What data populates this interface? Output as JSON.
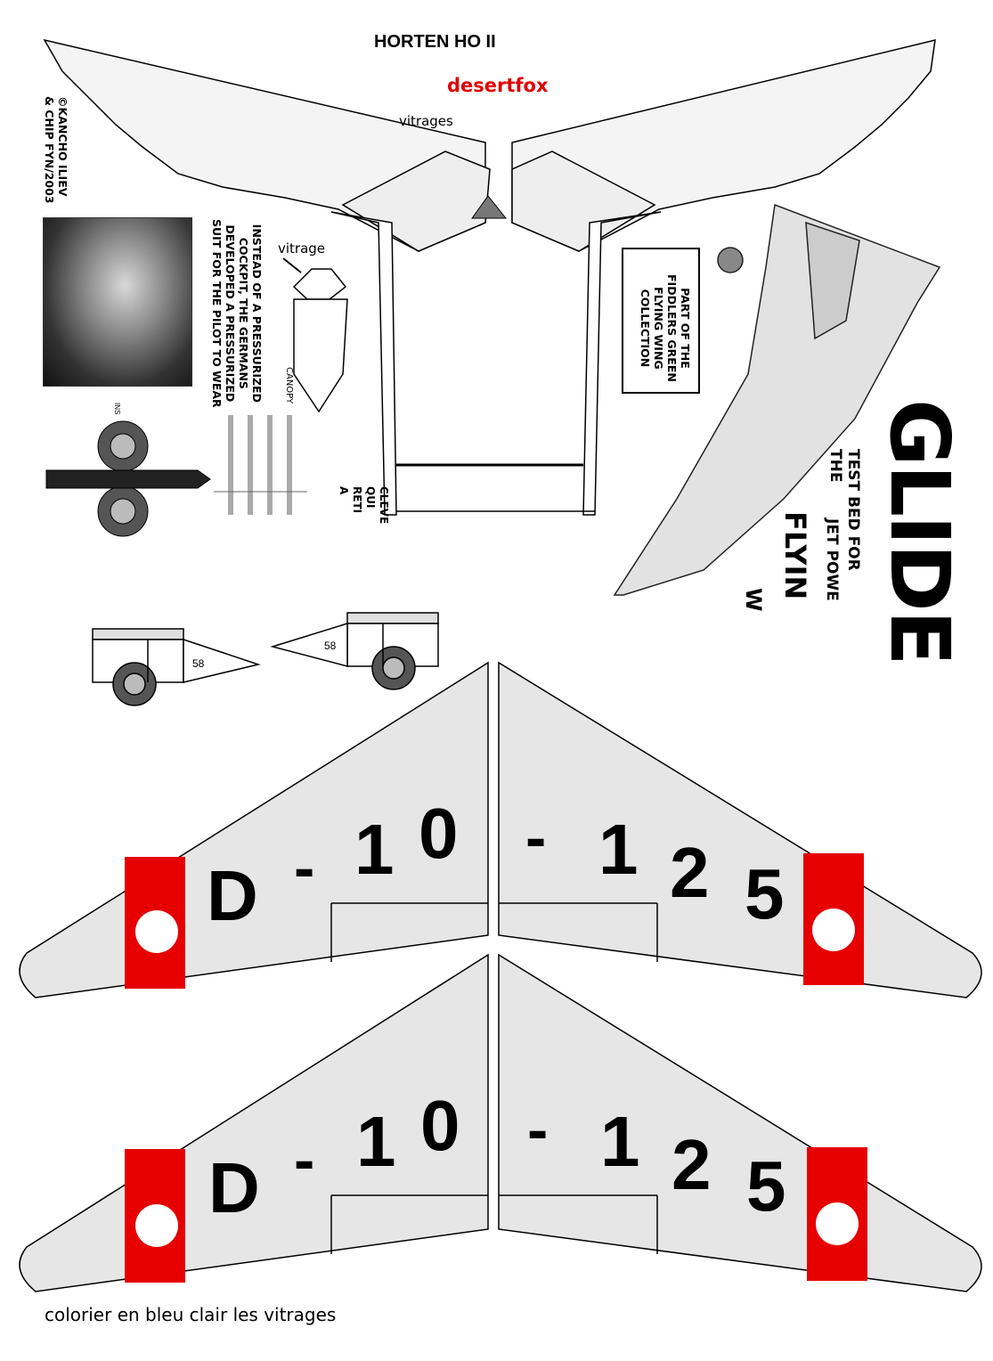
{
  "header": {
    "title": "HORTEN HO II",
    "author": "desertfox"
  },
  "labels": {
    "vitrages": "vitrages",
    "vitrage": "vitrage",
    "canopy": "CANOPY",
    "copyright": "©KANCHO ILIEV\n& CHIP FYN/2003",
    "pressurized_note": "INSTEAD OF A PRESSURIZED\nCOCKPIT, THE GERMANS\nDEVELOPED A PRESSURIZED\nSUIT FOR THE PILOT TO WEAR",
    "collection_note": "PART OF THE\nFIDDLERS GREEN\nFLYING WING\nCOLLECTION",
    "cleve_fragment": "CLEVE\nQUI\nRETI\nA",
    "ins_fragment": "INS",
    "glider_word": "GLIDE",
    "testbed_line": "TEST BED FOR THE",
    "jetpower_line": "JET POWE",
    "flying_line": "FLYIN",
    "flying_sub": "W"
  },
  "trolley": {
    "left_number": "58",
    "right_number": "58"
  },
  "wings": {
    "registration_left": [
      "D",
      "-",
      "1",
      "0"
    ],
    "registration_right": [
      "-",
      "1",
      "2",
      "5"
    ]
  },
  "footer": {
    "instruction": "colorier en bleu clair les vitrages"
  },
  "colors": {
    "marking_red": "#e60000",
    "wing_gray": "#e6e6e6",
    "accent_text_red": "#e00000"
  }
}
